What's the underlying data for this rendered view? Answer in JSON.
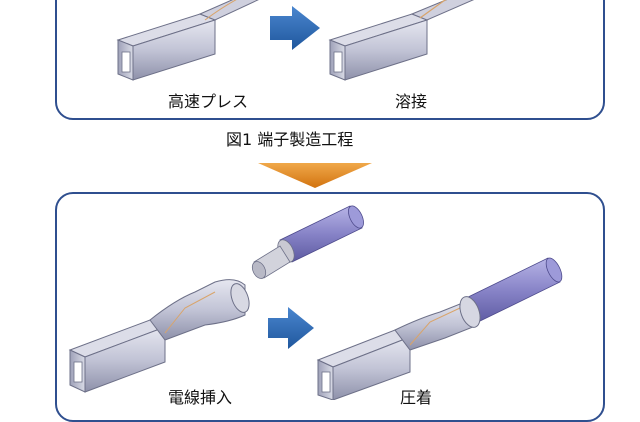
{
  "top_panel": {
    "step1_label": "高速プレス",
    "step2_label": "溶接"
  },
  "caption": "図1 端子製造工程",
  "bottom_panel": {
    "step3_label": "電線挿入",
    "step4_label": "圧着"
  },
  "colors": {
    "panel_border": "#2f4f8f",
    "blue_arrow": "#2f6db5",
    "orange_arrow": "#e58a1f",
    "terminal_metal": "#b9bccf",
    "wire_purple": "#8a86c8"
  }
}
